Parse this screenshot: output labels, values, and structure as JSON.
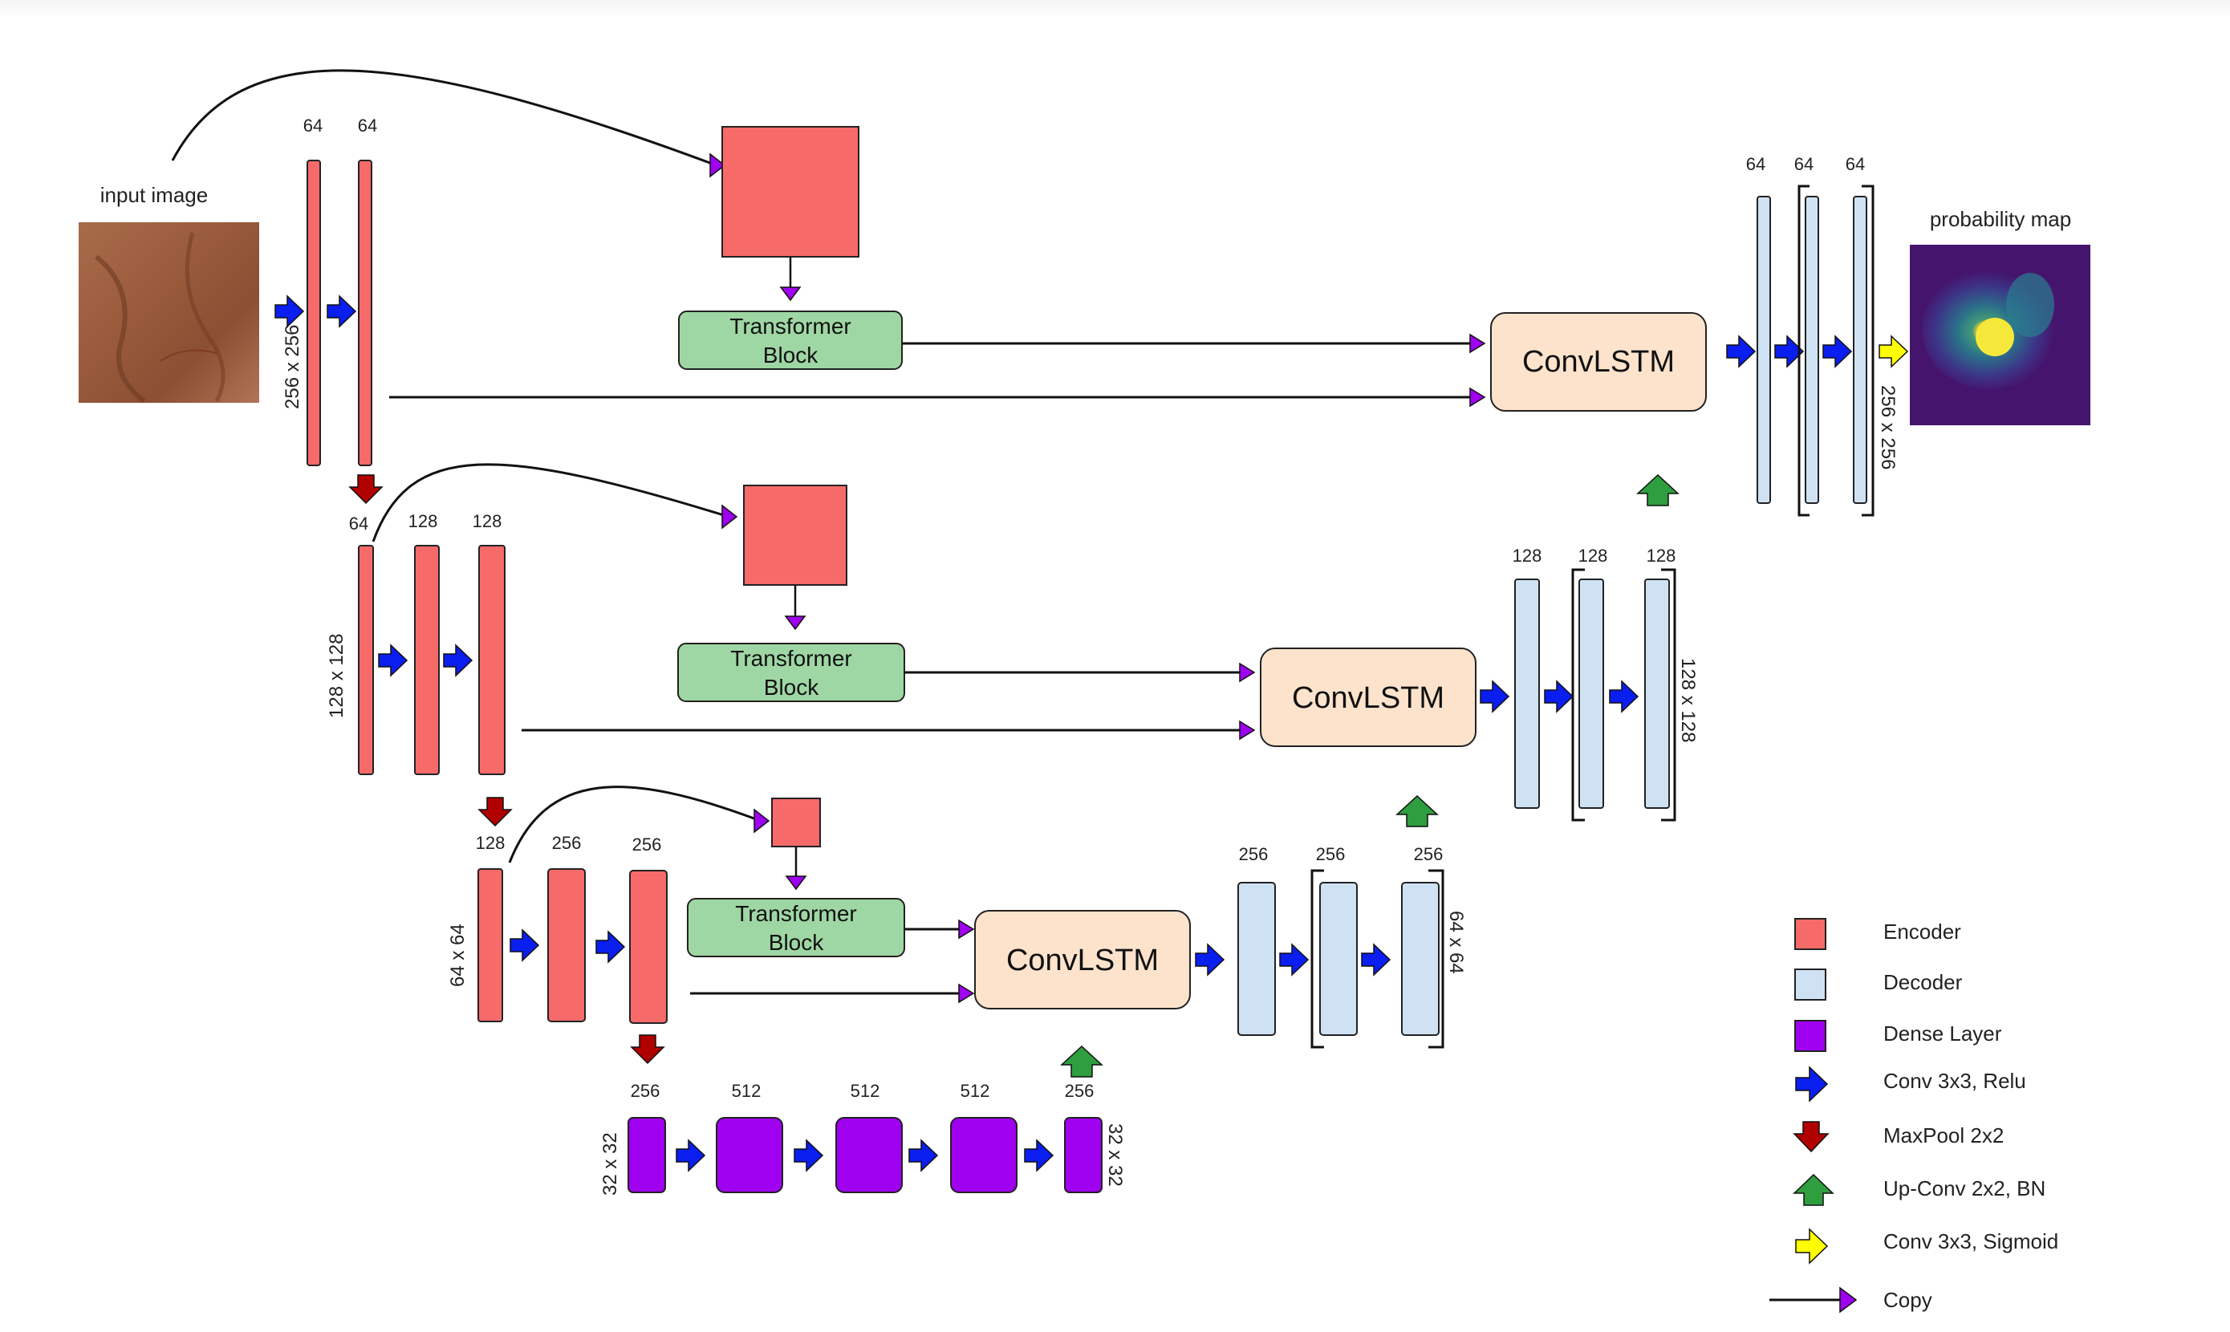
{
  "labels": {
    "input_image": "input image",
    "probability_map": "probability map",
    "transformer": [
      "Transformer",
      "Block"
    ],
    "convlstm": "ConvLSTM",
    "res_256": "256 x 256",
    "res_128": "128 x 128",
    "res_64": "64 x 64",
    "res_32": "32 x 32",
    "ch64": "64",
    "ch128": "128",
    "ch256": "256",
    "ch512": "512"
  },
  "legend": [
    {
      "label": "Encoder",
      "icon": "encoder-box",
      "color": "#f76a6a"
    },
    {
      "label": "Decoder",
      "icon": "decoder-box",
      "color": "#cfe2f3"
    },
    {
      "label": "Dense Layer",
      "icon": "dense-box",
      "color": "#a000f0"
    },
    {
      "label": "Conv 3x3, Relu",
      "icon": "blue-right-arrow",
      "color": "#0a1ef0"
    },
    {
      "label": "MaxPool 2x2",
      "icon": "red-down-arrow",
      "color": "#b00000"
    },
    {
      "label": "Up-Conv 2x2, BN",
      "icon": "green-up-arrow",
      "color": "#2e9e3e"
    },
    {
      "label": "Conv 3x3, Sigmoid",
      "icon": "yellow-right-arrow",
      "color": "#ffff00"
    },
    {
      "label": "Copy",
      "icon": "copy-arrow",
      "color": "#a000f0"
    }
  ],
  "colors": {
    "encoder": "#f76a6a",
    "decoder": "#cfe2f3",
    "dense": "#a000f0",
    "transformer": "#9fd7a4",
    "convlstm": "#fde3cc",
    "conv_arrow": "#0a1ef0",
    "pool_arrow": "#b00000",
    "up_arrow": "#2e9e3e",
    "sigmoid_arrow": "#ffff00"
  }
}
